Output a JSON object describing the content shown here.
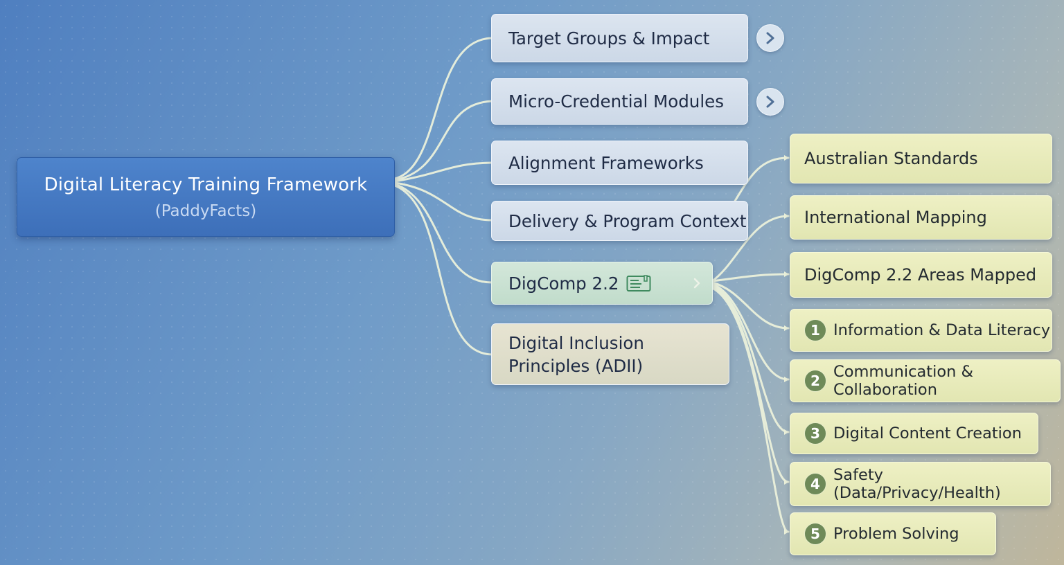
{
  "root": {
    "title": "Digital Literacy Training Framework",
    "subtitle": "(PaddyFacts)"
  },
  "branches": [
    {
      "label": "Target Groups & Impact",
      "collapsed": true
    },
    {
      "label": "Micro-Credential Modules",
      "collapsed": true
    },
    {
      "label": "Alignment Frameworks"
    },
    {
      "label": "Delivery & Program Context"
    },
    {
      "label": "DigComp 2.2",
      "icon": "note-icon",
      "expanded": true
    },
    {
      "label_line1": "Digital Inclusion",
      "label_line2": "Principles (ADII)"
    }
  ],
  "alignment_children": [
    {
      "label": "Australian Standards"
    }
  ],
  "digcomp_children": [
    {
      "label": "International Mapping"
    },
    {
      "label": "DigComp 2.2 Areas Mapped"
    },
    {
      "number": "1",
      "label": "Information & Data Literacy"
    },
    {
      "number": "2",
      "label": "Communication & Collaboration"
    },
    {
      "number": "3",
      "label": "Digital Content Creation"
    },
    {
      "number": "4",
      "label": "Safety (Data/Privacy/Health)"
    },
    {
      "number": "5",
      "label": "Problem Solving"
    }
  ],
  "icons": {
    "expand": "chevron-right-icon",
    "note": "note-icon"
  },
  "colors": {
    "root": "#3f72bb",
    "branch": "#d4deea",
    "active_branch": "#c8e1d1",
    "leaf": "#e6eab8",
    "number_badge": "#6e8a58",
    "connector": "#eef4d8"
  }
}
